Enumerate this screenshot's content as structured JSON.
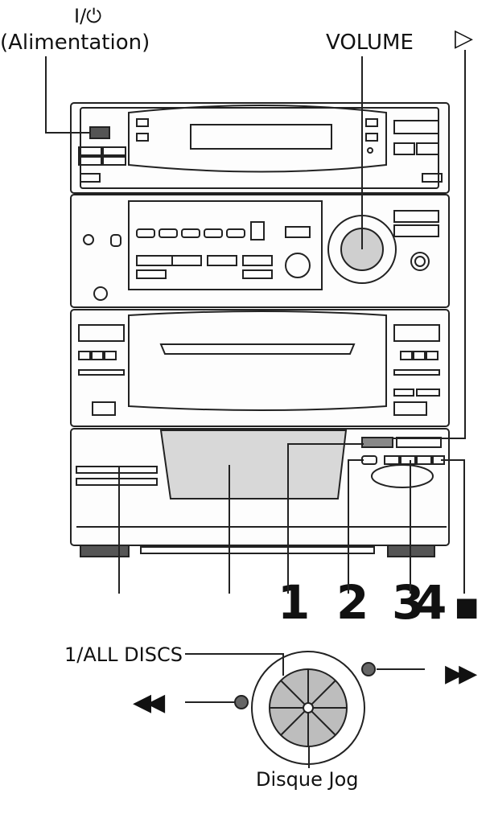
{
  "labels": {
    "power_symbol": "I/⏻",
    "power_name": "(Alimentation)",
    "volume": "VOLUME",
    "play": "▷",
    "n1": "1",
    "n2": "2",
    "n3": "3",
    "n4": "4",
    "stop": "■",
    "all_discs": "1/ALL DISCS",
    "rewind": "◀◀",
    "forward": "▶▶",
    "jog": "Disque Jog"
  }
}
